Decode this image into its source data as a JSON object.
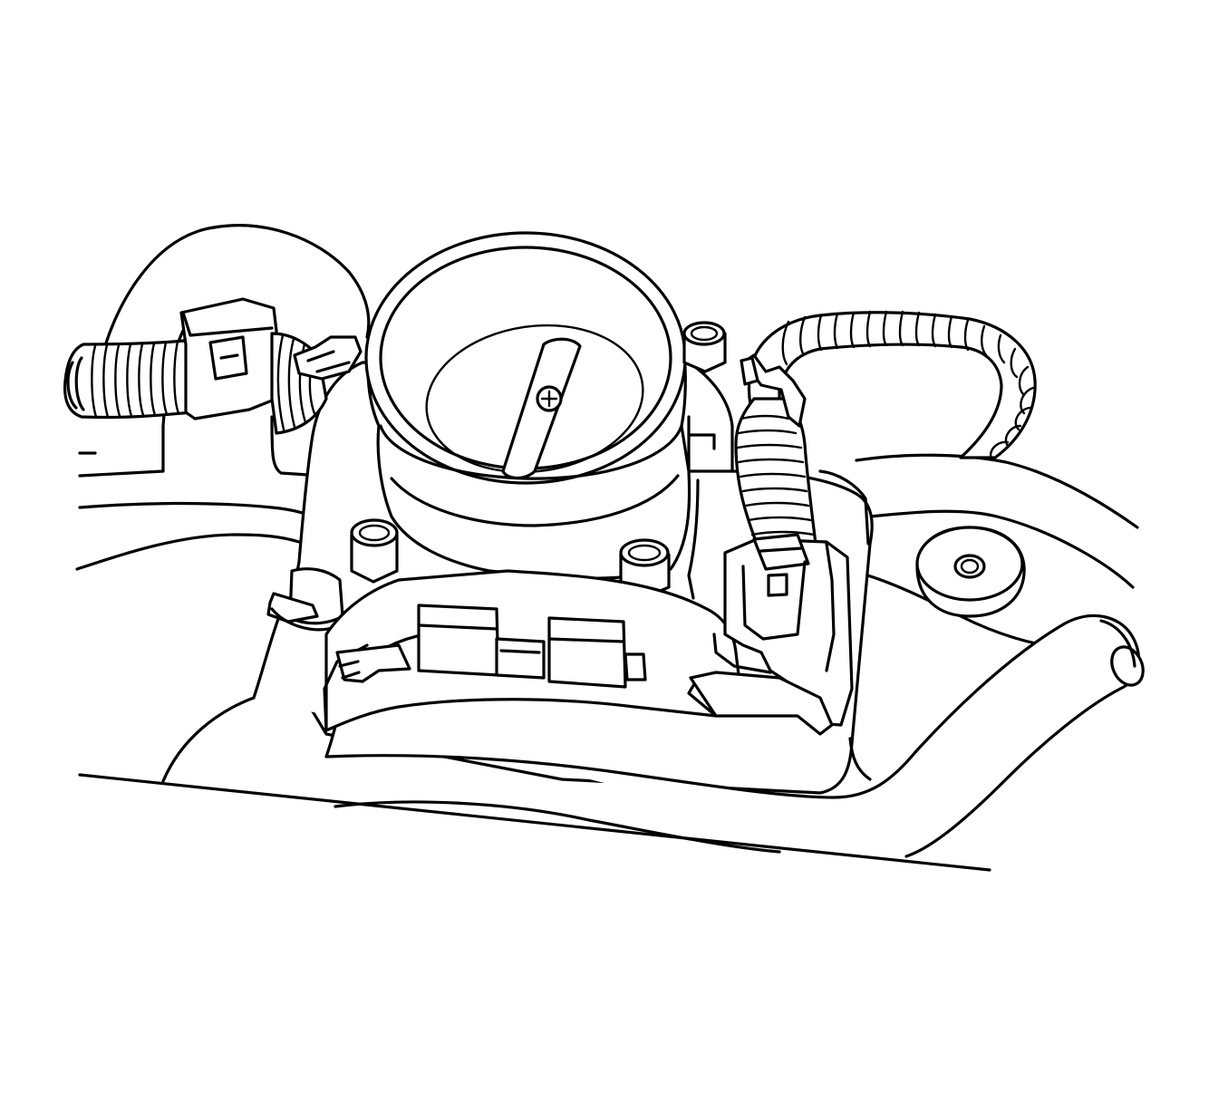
{
  "figure": {
    "style": "black line-art technical illustration on white",
    "colors": {
      "stroke": "#000000",
      "background": "#ffffff"
    },
    "components": [
      "throttle-body",
      "throttle-plate",
      "mounting-bolts",
      "intake-manifold",
      "left-wiring-harness",
      "right-wiring-harness",
      "harness-electrical-connector",
      "coolant-hose",
      "throttle-position-sensor-housing"
    ]
  }
}
